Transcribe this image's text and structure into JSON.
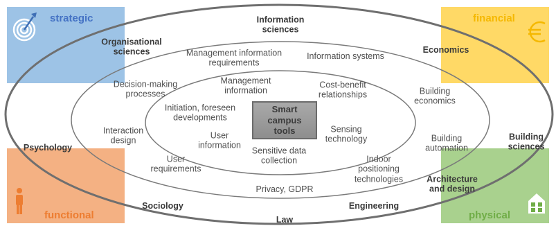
{
  "quadrants": {
    "strategic": {
      "label": "strategic",
      "color": "#9dc3e6",
      "label_color": "#4472c4",
      "icon": "target-icon"
    },
    "financial": {
      "label": "financial",
      "color": "#ffd966",
      "label_color": "#f5b800",
      "icon": "euro-icon"
    },
    "functional": {
      "label": "functional",
      "color": "#f4b183",
      "label_color": "#ed7d31",
      "icon": "person-icon"
    },
    "physical": {
      "label": "physical",
      "color": "#a9d18e",
      "label_color": "#70ad47",
      "icon": "house-icon"
    }
  },
  "disciplines": {
    "information_sciences": "Information\nsciences",
    "organisational_sciences": "Organisational\nsciences",
    "economics": "Economics",
    "psychology": "Psychology",
    "building_sciences": "Building\nsciences",
    "sociology": "Sociology",
    "engineering": "Engineering",
    "architecture_design": "Architecture\nand design",
    "law": "Law"
  },
  "middle_ring": {
    "management_info_requirements": "Management information\nrequirements",
    "information_systems": "Information systems",
    "decision_making": "Decision-making\nprocesses",
    "building_economics": "Building\neconomics",
    "interaction_design": "Interaction\ndesign",
    "building_automation": "Building\nautomation",
    "user_requirements": "User\nrequirements",
    "indoor_positioning": "Indoor\npositioning\ntechnologies",
    "privacy_gdpr": "Privacy, GDPR"
  },
  "inner_ring": {
    "management_information": "Management\ninformation",
    "cost_benefit": "Cost-benefit\nrelationships",
    "initiation": "Initiation, foreseen\ndevelopments",
    "sensing_technology": "Sensing\ntechnology",
    "user_information": "User\ninformation",
    "sensitive_data": "Sensitive data\ncollection"
  },
  "center": {
    "label": "Smart\ncampus\ntools"
  }
}
